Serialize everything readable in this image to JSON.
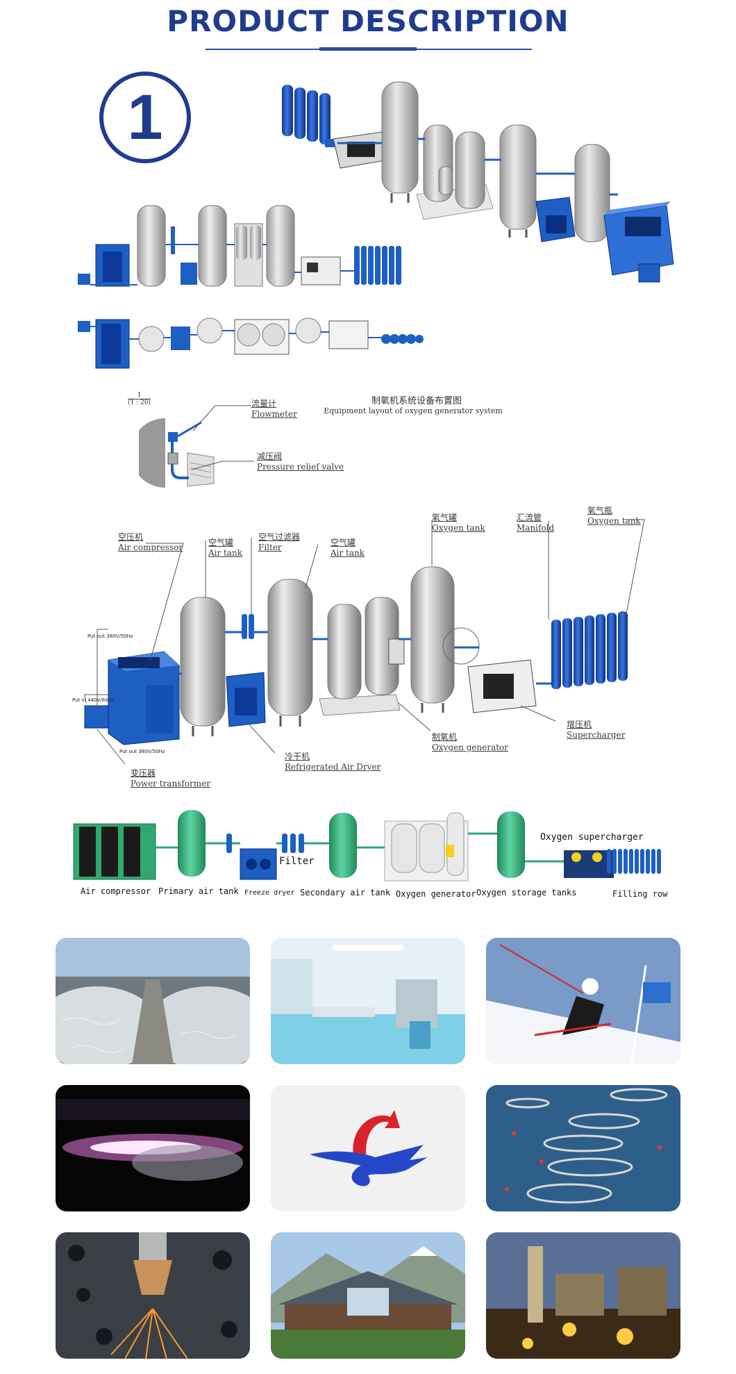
{
  "header": {
    "title": "PRODUCT DESCRIPTION"
  },
  "section1": {
    "number": "1"
  },
  "layout_drawing": {
    "scale_top": "1",
    "scale_bottom": "(1 : 20)",
    "title_cn": "制氧机系统设备布置图",
    "title_en": "Equipment layout of oxygen generator system",
    "flowmeter_cn": "流量计",
    "flowmeter_en": "Flowmeter",
    "prv_cn": "减压阀",
    "prv_en": "Pressure relief valve",
    "air_compressor_cn": "空压机",
    "air_compressor_en": "Air compressor",
    "air_tank1_cn": "空气罐",
    "air_tank1_en": "Air tank",
    "filter_cn": "空气过滤器",
    "filter_en": "Filter",
    "air_tank2_cn": "空气罐",
    "air_tank2_en": "Air tank",
    "oxygen_tank_cn": "氧气罐",
    "oxygen_tank_en": "Oxygen tank",
    "manifold_cn": "汇流管",
    "manifold_en": "Manifold",
    "oxygen_tank2_cn": "氧气瓶",
    "oxygen_tank2_en": "Oxygen tank",
    "oxygen_generator_cn": "制氧机",
    "oxygen_generator_en": "Oxygen generator",
    "supercharger_cn": "增压机",
    "supercharger_en": "Supercharger",
    "dryer_cn": "冷干机",
    "dryer_en": "Refrigerated Air Dryer",
    "transformer_cn": "变压器",
    "transformer_en": "Power transformer",
    "put_out_1": "Put out 380V/50Hz",
    "put_in": "Put in 440V/60Hz",
    "put_out_2": "Put out 380V/50Hz"
  },
  "flow": {
    "filter": "Filter",
    "oxygen_supercharger": "Oxygen supercharger",
    "labels": [
      "Air compressor",
      "Primary air tank",
      "Freeze dryer",
      "Secondary air tank",
      "Oxygen generator",
      "Oxygen storage tanks",
      "Filling row"
    ]
  },
  "gallery": {
    "tiles": [
      "water-treatment",
      "hospital",
      "ski-sport",
      "combustion-flame",
      "brand-logo",
      "aquaculture",
      "laser-cutting",
      "mountain-lodge",
      "petrochemical-plant"
    ]
  },
  "colors": {
    "title_blue": "#1f3c8f",
    "equipment_blue": "#1e5fc4",
    "tank_grey": "#c8c8c8",
    "flow_green": "#2fa970",
    "logo_red": "#d9232a",
    "logo_blue": "#2646c8"
  }
}
